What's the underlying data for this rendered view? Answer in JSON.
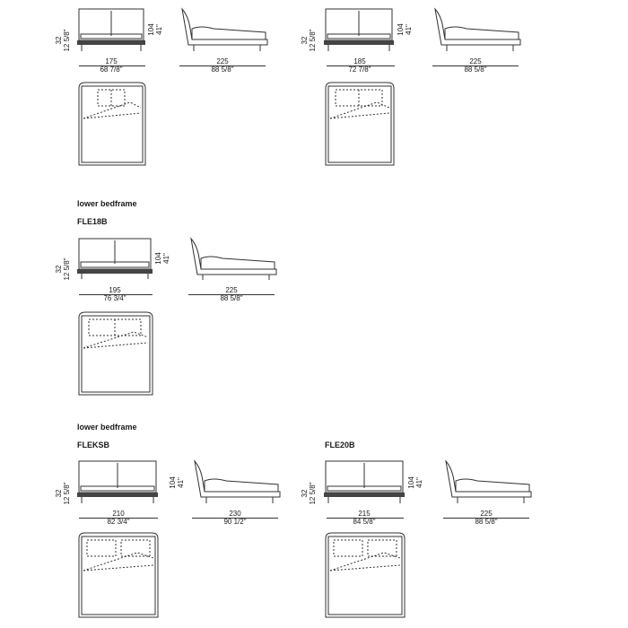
{
  "headings": {
    "lower_bedframe_1": "lower bedframe",
    "fle18b": "FLE18B",
    "lower_bedframe_2": "lower bedframe",
    "fleksb": "FLEKSB",
    "fle20b": "FLE20B"
  },
  "units": {
    "height_full_cm": "104",
    "height_full_in": "41\"",
    "height_frame_cm": "32",
    "height_frame_in": "12 5/8\""
  },
  "beds": [
    {
      "width_cm": "175",
      "width_in": "68 7/8\"",
      "length_cm": "225",
      "length_in": "88 5/8\""
    },
    {
      "width_cm": "185",
      "width_in": "72 7/8\"",
      "length_cm": "225",
      "length_in": "88 5/8\""
    },
    {
      "width_cm": "195",
      "width_in": "76 3/4\"",
      "length_cm": "225",
      "length_in": "88 5/8\""
    },
    {
      "width_cm": "210",
      "width_in": "82 3/4\"",
      "length_cm": "230",
      "length_in": "90 1/2\""
    },
    {
      "width_cm": "215",
      "width_in": "84 5/8\"",
      "length_cm": "225",
      "length_in": "88 5/8\""
    }
  ]
}
